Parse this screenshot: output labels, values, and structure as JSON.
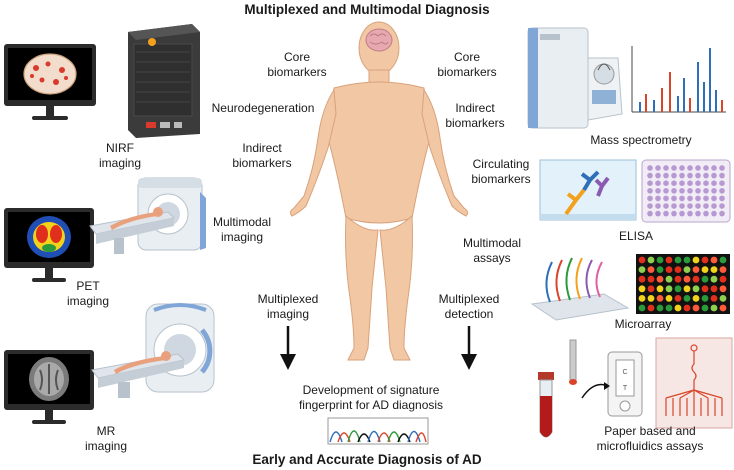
{
  "title_top": "Multiplexed and Multimodal Diagnosis",
  "title_bottom": "Early and Accurate Diagnosis of AD",
  "left_labels": {
    "nirf": "NIRF\nimaging",
    "pet": "PET\nimaging",
    "mr": "MR\nimaging"
  },
  "body_left": {
    "core": "Core\nbiomarkers",
    "neuro": "Neurodegeneration",
    "indirect": "Indirect\nbiomarkers",
    "multimodal": "Multimodal\nimaging",
    "multiplexed": "Multiplexed\nimaging"
  },
  "body_right": {
    "core": "Core\nbiomarkers",
    "indirect": "Indirect\nbiomarkers",
    "circulating": "Circulating\nbiomarkers",
    "multimodal": "Multimodal\nassays",
    "multiplexed": "Multiplexed\ndetection"
  },
  "right_labels": {
    "ms": "Mass spectrometry",
    "elisa": "ELISA",
    "microarray": "Microarray",
    "paper": "Paper based and\nmicrofluidics assays"
  },
  "signature_text": "Development of signature\nfingerprint for AD diagnosis",
  "colors": {
    "skin": "#f2c7a4",
    "skin_line": "#d9a27c",
    "monitor": "#2b2b2b",
    "scanner": "#e9eef3",
    "scanner_accent": "#7fa6d6",
    "ms_red": "#d9452b",
    "ms_blue": "#2f6fb8"
  }
}
